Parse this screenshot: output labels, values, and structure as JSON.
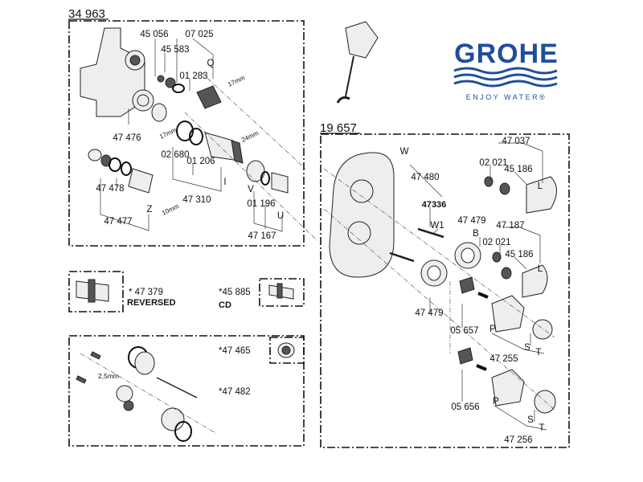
{
  "logo": {
    "brand": "GROHE",
    "tagline": "ENJOY WATER®",
    "color": "#1f4e9c"
  },
  "body_set": {
    "number": "34 963",
    "labels": [
      "45 056",
      "07 025",
      "45 583",
      "Q",
      "01 283",
      "17mm",
      "47 476",
      "17mm",
      "02 680",
      "01 206",
      "24mm",
      "I",
      "47 478",
      "V",
      "47 310",
      "01 196",
      "Z",
      "10mm",
      "U",
      "47 477",
      "47 167"
    ]
  },
  "trim_set": {
    "number": "19 657",
    "labels": [
      "W",
      "47 480",
      "47336",
      "W1",
      "47 479",
      "B",
      "02 021",
      "47 037",
      "45 186",
      "L",
      "47 187",
      "02 021",
      "45 186",
      "L",
      "47 479",
      "05 657",
      "P",
      "S",
      "T",
      "47 255",
      "05 656",
      "P",
      "S",
      "T",
      "47 256"
    ]
  },
  "accessories": [
    {
      "number": "* 47 379",
      "note": "REVERSED"
    },
    {
      "number": "*45 885",
      "note": "CD"
    },
    {
      "number": "*47 465"
    },
    {
      "number": "*47 482",
      "note": "2,5mm"
    }
  ]
}
